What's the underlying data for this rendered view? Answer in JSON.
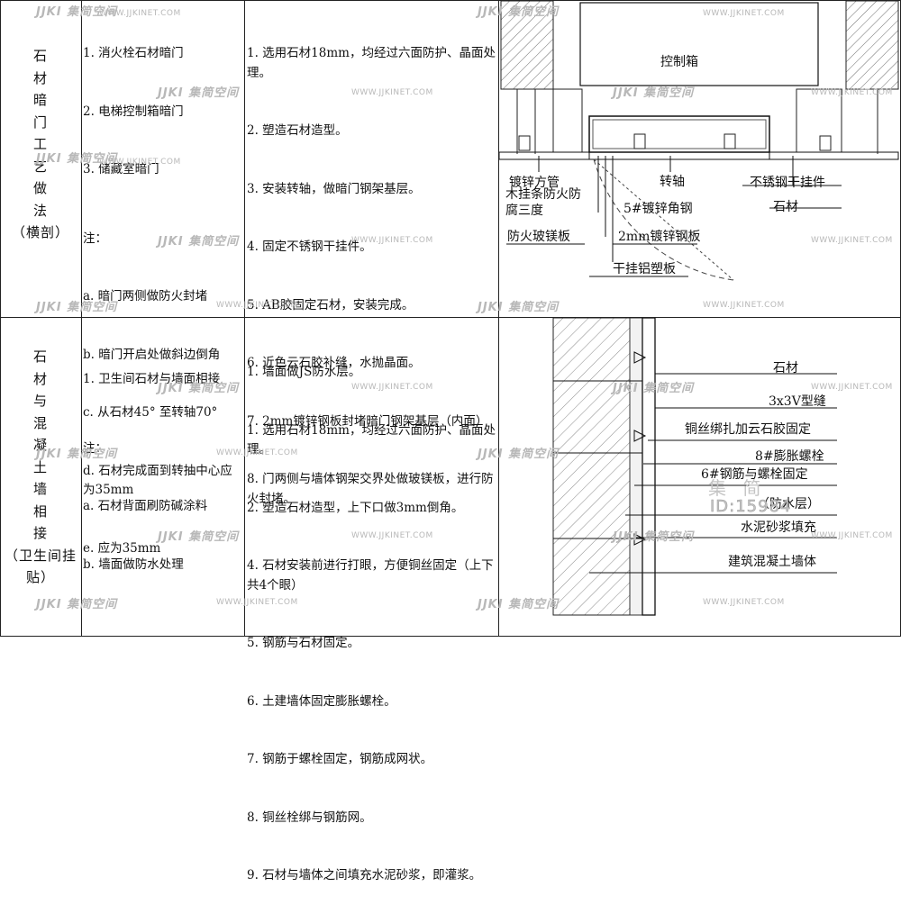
{
  "rows": [
    {
      "category": [
        "石",
        "材",
        "暗",
        "门",
        "工",
        "艺",
        "做",
        "法",
        "（横剖）"
      ],
      "items": [
        "1. 消火栓石材暗门",
        "2. 电梯控制箱暗门",
        "3. 储藏室暗门"
      ],
      "notes_title": "注：",
      "notes": [
        "a. 暗门两侧做防火封堵",
        "b. 暗门开启处做斜边倒角",
        "c. 从石材45° 至转轴70°",
        "d. 石材完成面到转抽中心应为35mm",
        "e. 应为35mm"
      ],
      "steps": [
        "1. 选用石材18mm，均经过六面防护、晶面处理。",
        "2. 塑造石材造型。",
        "3. 安装转轴，做暗门钢架基层。",
        "4. 固定不锈钢干挂件。",
        "5. AB胶固定石材，安装完成。",
        "6. 近色云石胶补缝，水抛晶面。",
        "7. 2mm镀锌钢板封堵暗门钢架基层（内面）",
        "8. 门两侧与墙体钢架交界处做玻镁板，进行防火封堵。"
      ],
      "drawing_labels": [
        "控制箱",
        "镀锌方管",
        "木挂条防火防腐三度",
        "转轴",
        "不锈钢干挂件",
        "5#镀锌角钢",
        "石材",
        "防火玻镁板",
        "2mm镀锌钢板",
        "干挂铝塑板"
      ]
    },
    {
      "category": [
        "石",
        "材",
        "与",
        "混",
        "凝",
        "土",
        "墙",
        "相",
        "接",
        "（卫生间挂贴）"
      ],
      "items": [
        "1. 卫生间石材与墙面相接"
      ],
      "notes_title": "注：",
      "notes": [
        "a. 石材背面刷防碱涂料",
        "b. 墙面做防水处理"
      ],
      "steps": [
        "1. 墙面做JS防水层。",
        "1. 选用石材18mm，均经过六面防护、晶面处理。",
        "2. 塑造石材造型，上下口做3mm倒角。",
        "4. 石材安装前进行打眼，方便铜丝固定（上下共4个眼）",
        "5. 钢筋与石材固定。",
        "6. 土建墙体固定膨胀螺栓。",
        "7. 钢筋于螺栓固定，钢筋成网状。",
        "8. 铜丝栓绑与钢筋网。",
        "9. 石材与墙体之间填充水泥砂浆，即灌浆。"
      ],
      "drawing_labels": [
        "石材",
        "3x3V型缝",
        "铜丝绑扎加云石胶固定",
        "8#膨胀螺栓",
        "6#钢筋与螺栓固定",
        "（防水层）",
        "水泥砂浆填充",
        "建筑混凝土墙体"
      ]
    }
  ],
  "watermarks": {
    "logo": "JJKI",
    "brand": "集简空间",
    "url": "WWW.JJKINET.COM",
    "center_brand": "集 简",
    "id_text": "ID:15984"
  }
}
